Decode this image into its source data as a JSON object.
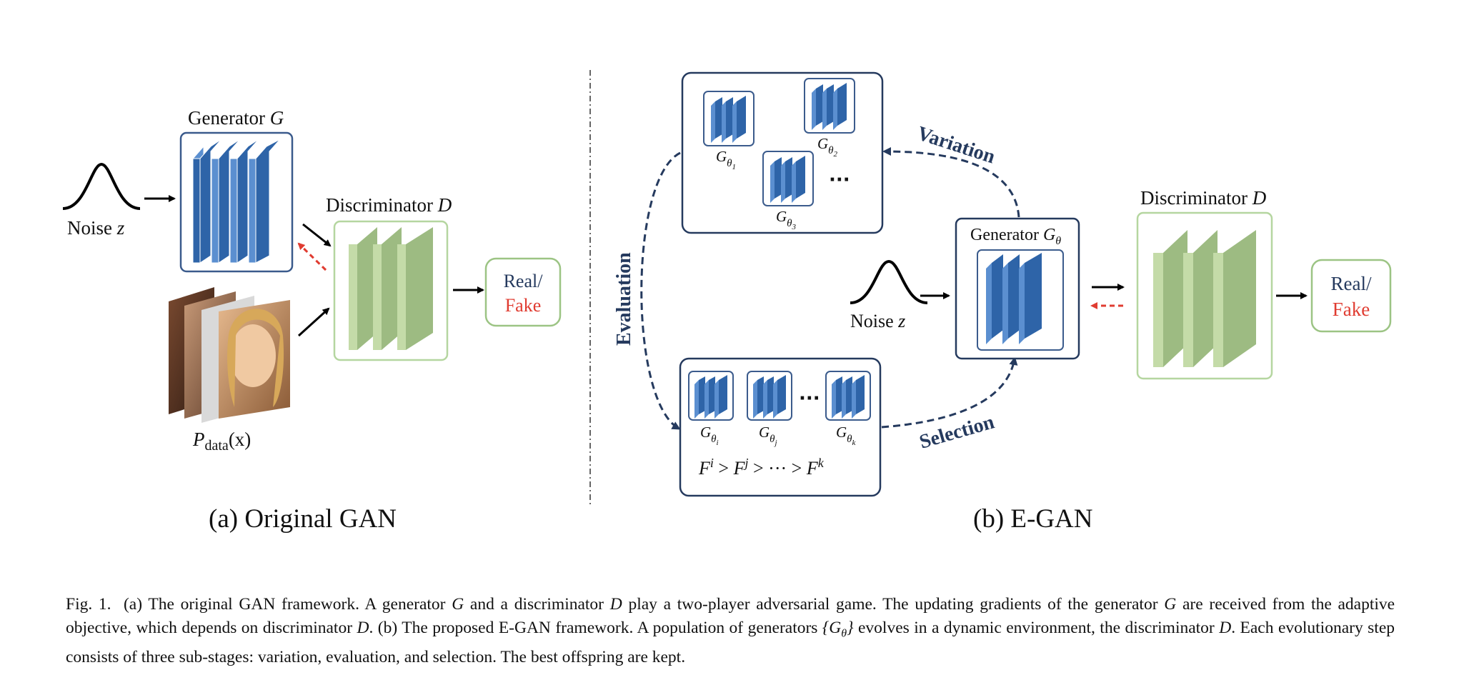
{
  "original_gan": {
    "noise_label": "Noise",
    "noise_var": "z",
    "generator_label": "Generator",
    "generator_var": "G",
    "discriminator_label": "Discriminator",
    "discriminator_var": "D",
    "data_label_p": "P",
    "data_label_sub": "data",
    "data_label_arg": "(x)",
    "output_real": "Real/",
    "output_fake": "Fake",
    "subtitle": "(a) Original GAN"
  },
  "egan": {
    "variation_label": "Variation",
    "evaluation_label": "Evaluation",
    "selection_label": "Selection",
    "population_theta": "θ",
    "population_subs": [
      "1",
      "2",
      "3"
    ],
    "population_ellipsis": "···",
    "selected_subs": [
      "i",
      "j",
      "k"
    ],
    "selected_ellipsis": "···",
    "fitness_symbol": "F",
    "fitness_gt": ">",
    "fitness_mid": "···",
    "generator_label": "Generator",
    "generator_var": "G",
    "generator_sub": "θ",
    "noise_label": "Noise",
    "noise_var": "z",
    "discriminator_label": "Discriminator",
    "discriminator_var": "D",
    "output_real": "Real/",
    "output_fake": "Fake",
    "subtitle": "(b) E-GAN"
  },
  "caption": {
    "fig": "Fig. 1.",
    "s1": "(a) The original GAN framework. A generator",
    "v1": "G",
    "s2": "and a discriminator",
    "v2": "D",
    "s3": "play a two-player adversarial game. The updating gradients of the generator",
    "v3": "G",
    "s4": "are received from the adaptive objective, which depends on discriminator",
    "v4": "D",
    "s5": ". (b) The proposed E-GAN framework. A population of generators",
    "v5": "{G",
    "v5sub": "θ",
    "v5end": "}",
    "s6": "evolves in a dynamic environment, the discriminator",
    "v6": "D",
    "s7": ". Each evolutionary step consists of three sub-stages: variation, evaluation, and selection. The best offspring are kept."
  },
  "colors": {
    "generator_blue": "#2e64a8",
    "generator_blue_light": "#5b8fd0",
    "discriminator_green": "#9dbb82",
    "discriminator_green_light": "#c4dba8",
    "navy": "#253a5e",
    "fake_red": "#e03c31",
    "box_border_blue": "#3b5b8c",
    "box_border_green": "#9cc484"
  }
}
